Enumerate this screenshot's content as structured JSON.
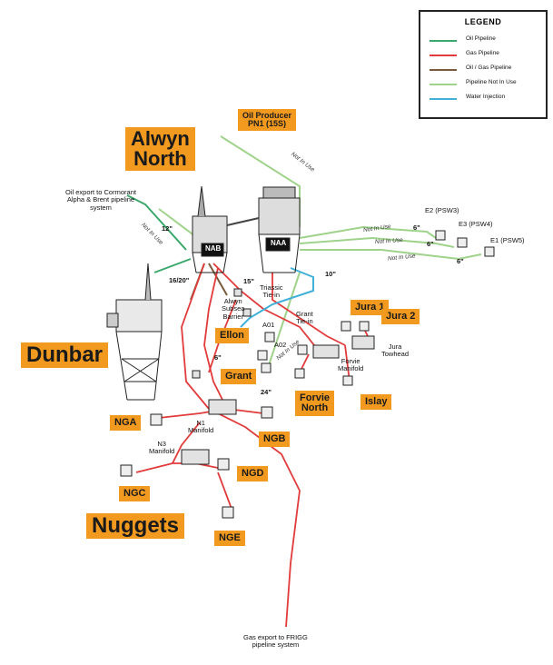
{
  "legend": {
    "title": "LEGEND",
    "items": [
      {
        "label": "Oil Pipeline",
        "color": "#3aa86a"
      },
      {
        "label": "Gas Pipeline",
        "color": "#e23b3b"
      },
      {
        "label": "Oil / Gas Pipeline",
        "color": "#7a5a3a"
      },
      {
        "label": "Pipeline Not In Use",
        "color": "#9fd28a"
      },
      {
        "label": "Water Injection",
        "color": "#3fb0d8"
      }
    ]
  },
  "fields": {
    "alwyn_north": "Alwyn\nNorth",
    "dunbar": "Dunbar",
    "nuggets": "Nuggets"
  },
  "tags": {
    "oil_producer": "Oil Producer\nPN1 (15S)",
    "jura1": "Jura 1",
    "jura2": "Jura 2",
    "ellon": "Ellon",
    "grant": "Grant",
    "forvie_north": "Forvie\nNorth",
    "islay": "Islay",
    "nga": "NGA",
    "ngb": "NGB",
    "ngc": "NGC",
    "ngd": "NGD",
    "nge": "NGE"
  },
  "labels": {
    "oil_export": "Oil export to Cormorant\nAlpha & Brent pipeline\nsystem",
    "gas_export": "Gas export to FRIGG\npipeline system",
    "nab": "NAB",
    "naa": "NAA",
    "e2": "E2 (PSW3)",
    "e3": "E3 (PSW4)",
    "e1": "E1 (PSW5)",
    "alwyn_subsea": "Alwyn\nSubsea\nBarrier",
    "triassic": "Triassic\nTie-in",
    "grant_tiein": "Grant\nTie-in",
    "a01": "A01",
    "a02": "A02",
    "jura_towhead": "Jura\nTowhead",
    "forvie_manifold": "Forvie\nManifold",
    "n1_manifold": "N1\nManifold",
    "n3_manifold": "N3\nManifold",
    "size_12": "12\"",
    "size_16": "16/20\"",
    "size_15": "15\"",
    "size_10": "10\"",
    "size_6a": "6\"",
    "size_6b": "6\"",
    "size_6c": "6\"",
    "size_6d": "6\"",
    "size_24": "24\""
  },
  "not_in_use": "Not In Use"
}
